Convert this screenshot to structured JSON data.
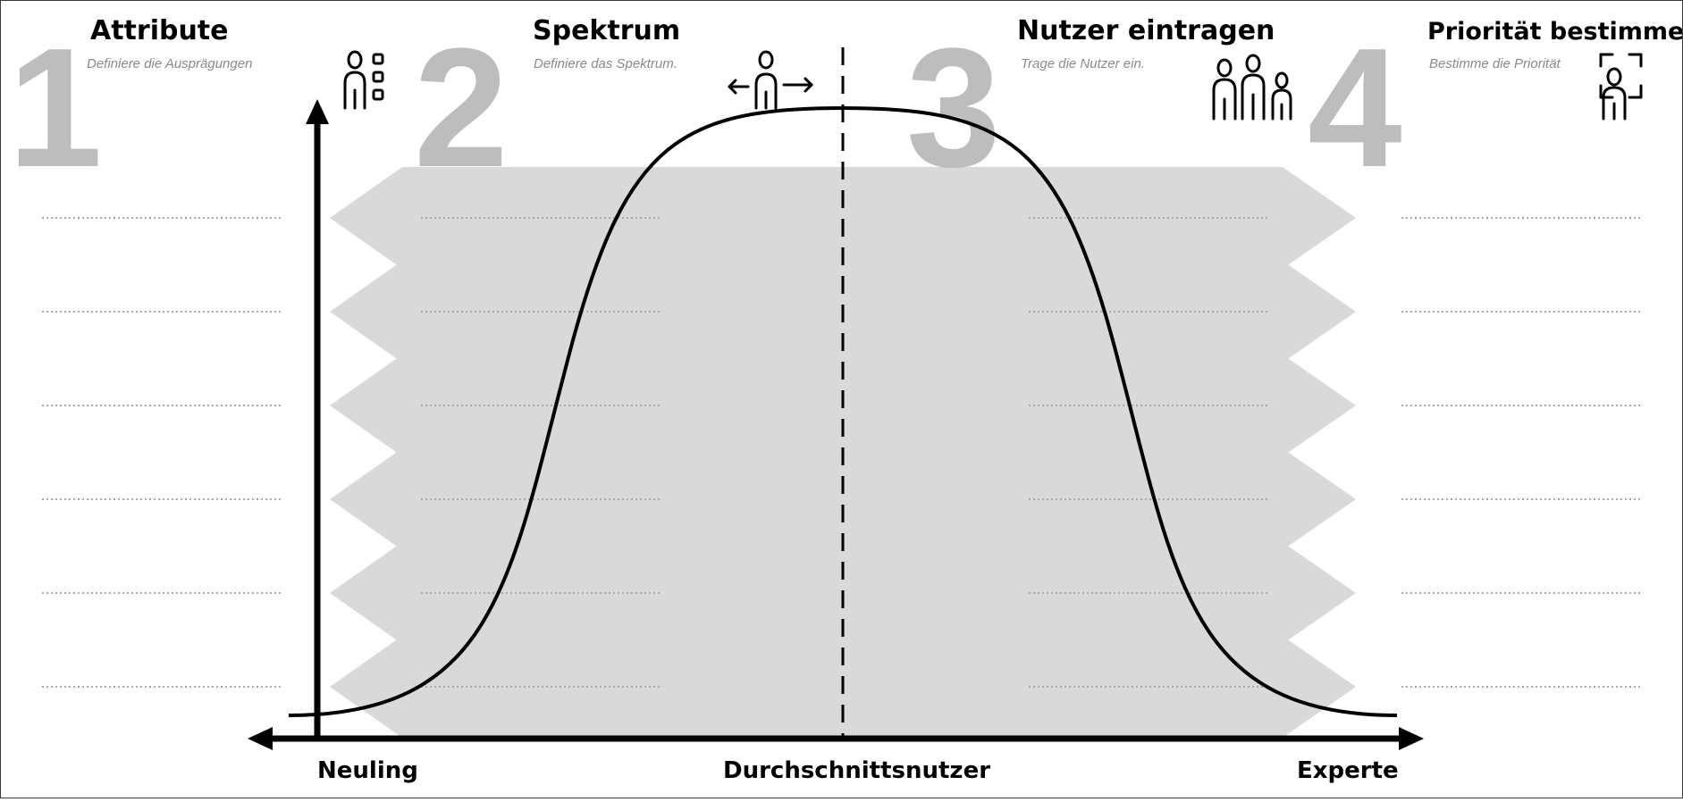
{
  "steps": [
    {
      "number": "1",
      "title": "Attribute",
      "subtitle": "Definiere die Ausprägungen",
      "icon": "person-with-list-icon"
    },
    {
      "number": "2",
      "title": "Spektrum",
      "subtitle": "Definiere das Spektrum.",
      "icon": "person-with-arrows-icon"
    },
    {
      "number": "3",
      "title": "Nutzer eintragen",
      "subtitle": "Trage die Nutzer ein.",
      "icon": "group-of-people-icon"
    },
    {
      "number": "4",
      "title": "Priorität bestimmen",
      "subtitle": "Bestimme die Priorität",
      "icon": "person-in-focus-frame-icon"
    }
  ],
  "spectrum": {
    "row_count": 6,
    "fill_color": "#d9d9d9"
  },
  "axis": {
    "left_label": "Neuling",
    "center_label": "Durchschnittsnutzer",
    "right_label": "Experte"
  },
  "colors": {
    "number": "#bdbdbd",
    "band": "#d9d9d9",
    "ink": "#000000",
    "dotted": "#aaaaaa"
  }
}
